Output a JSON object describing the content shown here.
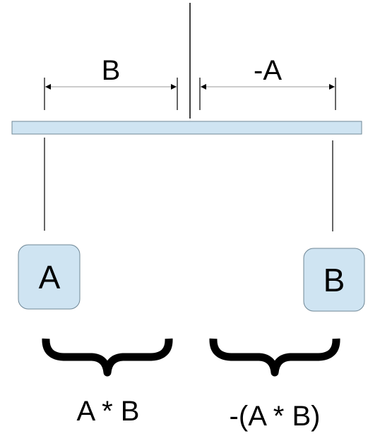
{
  "dimension_labels": {
    "left": "B",
    "right": "-A"
  },
  "boxes": {
    "left": "A",
    "right": "B"
  },
  "results": {
    "left": "A * B",
    "right": "-(A * B)"
  },
  "colors": {
    "box_fill": "#cfe4f2",
    "box_stroke": "#6f8796",
    "line": "#000000"
  }
}
